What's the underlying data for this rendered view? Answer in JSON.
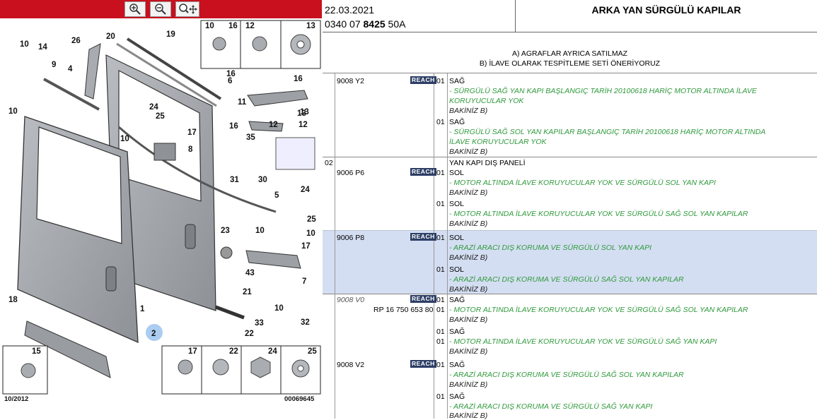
{
  "toolbar": {
    "buttons": [
      {
        "name": "zoom-in",
        "icon": "zoom-in-icon"
      },
      {
        "name": "zoom-out",
        "icon": "zoom-out-icon"
      },
      {
        "name": "zoom-pan",
        "icon": "zoom-pan-icon"
      }
    ],
    "accent": "#c8101e"
  },
  "diagram": {
    "callouts": [
      "10",
      "14",
      "9",
      "4",
      "26",
      "20",
      "19",
      "10",
      "16",
      "12",
      "13",
      "6",
      "16",
      "11",
      "13",
      "12",
      "24",
      "25",
      "17",
      "10",
      "8",
      "16",
      "35",
      "31",
      "30",
      "5",
      "24",
      "25",
      "10",
      "23",
      "10",
      "17",
      "43",
      "7",
      "21",
      "18",
      "1",
      "2",
      "33",
      "10",
      "32",
      "22",
      "15",
      "17",
      "22",
      "24",
      "25"
    ],
    "date_code": "10/2012",
    "drawing_number": "00069645",
    "inset_top_labels": [
      "10",
      "16",
      "12",
      "13"
    ],
    "inset_bottom_right_labels": [
      "17",
      "22",
      "24",
      "25"
    ],
    "inset_bottom_left_label": "15"
  },
  "header": {
    "date": "22.03.2021",
    "ref_prefix": "0340 07 ",
    "ref_bold": "8425",
    "ref_suffix": " 50A",
    "title": "ARKA YAN SÜRGÜLÜ KAPILAR"
  },
  "notes": [
    "A) AGRAFLAR AYRICA SATILMAZ",
    "B) İLAVE OLARAK TESPİTLEME SETİ ÖNERİYORUZ"
  ],
  "parts": {
    "badge_label": "REACH",
    "rows": [
      {
        "pn": "9008 Y2",
        "qty1": "01",
        "side1": "SAĞ",
        "desc1a": "- SÜRGÜLÜ SAĞ YAN KAPI BAŞLANGIÇ TARİH 20100618 HARİÇ MOTOR ALTINDA İLAVE",
        "desc1b": "KORUYUCULAR YOK",
        "see1": "BAKİNİZ B)",
        "qty2": "01",
        "side2": "SAĞ",
        "desc2a": "- SÜRGÜLÜ SAĞ SOL YAN KAPILAR BAŞLANGIÇ TARİH 20100618 HARİÇ MOTOR ALTINDA",
        "desc2b": "İLAVE KORUYUCULAR YOK",
        "see2": "BAKİNİZ B)"
      },
      {
        "group": "02",
        "title": "YAN KAPI DIŞ PANELİ",
        "pn": "9006 P6",
        "qty1": "01",
        "side1": "SOL",
        "desc1": "- MOTOR ALTINDA İLAVE KORUYUCULAR YOK VE SÜRGÜLÜ SOL YAN KAPI",
        "see1": "BAKİNİZ B)",
        "qty2": "01",
        "side2": "SOL",
        "desc2": "- MOTOR ALTINDA İLAVE KORUYUCULAR YOK VE SÜRGÜLÜ SAĞ SOL YAN KAPILAR",
        "see2": "BAKİNİZ B)"
      },
      {
        "pn": "9006 P8",
        "selected": true,
        "qty1": "01",
        "side1": "SOL",
        "desc1": "- ARAZİ ARACI DIŞ KORUMA VE SÜRGÜLÜ SOL YAN KAPI",
        "see1": "BAKİNİZ B)",
        "qty2": "01",
        "side2": "SOL",
        "desc2": "- ARAZİ ARACI DIŞ KORUMA VE SÜRGÜLÜ SAĞ SOL YAN KAPILAR",
        "see2": "BAKİNİZ B)"
      },
      {
        "pn": "9008 V0",
        "rp": "RP 16 750 653 80",
        "qty1": "01",
        "side1": "SAĞ",
        "qty1b": "01",
        "desc1": "- MOTOR ALTINDA İLAVE KORUYUCULAR YOK VE SÜRGÜLÜ SAĞ SOL YAN KAPILAR",
        "see1": "BAKİNİZ B)",
        "qty2": "01",
        "side2": "SAĞ",
        "qty2b": "01",
        "desc2": "- MOTOR ALTINDA İLAVE KORUYUCULAR YOK VE SÜRGÜLÜ SAĞ YAN KAPI",
        "see2": "BAKİNİZ B)"
      },
      {
        "pn": "9008 V2",
        "qty1": "01",
        "side1": "SAĞ",
        "desc1": "- ARAZİ ARACI DIŞ KORUMA VE SÜRGÜLÜ SAĞ SOL YAN KAPILAR",
        "see1": "BAKİNİZ B)",
        "qty2": "01",
        "side2": "SAĞ",
        "desc2": "- ARAZİ ARACI DIŞ KORUMA VE SÜRGÜLÜ SAĞ YAN KAPI",
        "see2": "BAKİNİZ B)"
      }
    ]
  },
  "colors": {
    "green_text": "#2f9a3c",
    "selection": "#d4def2",
    "badge": "#2d3e66"
  }
}
